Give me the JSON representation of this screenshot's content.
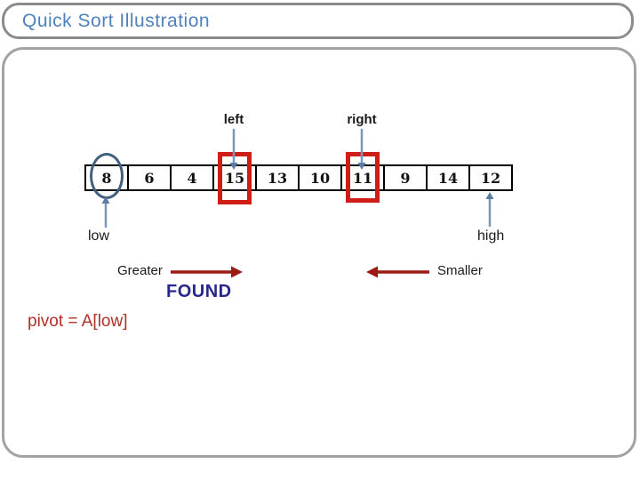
{
  "slide": {
    "title": "Quick Sort Illustration"
  },
  "diagram": {
    "array": {
      "values": [
        "8",
        "6",
        "4",
        "15",
        "13",
        "10",
        "11",
        "9",
        "14",
        "12"
      ],
      "left_index": 3,
      "right_index": 6,
      "low_index": 0,
      "high_index": 9
    },
    "pointers": {
      "left_label": "left",
      "right_label": "right",
      "low_label": "low",
      "high_label": "high"
    },
    "annotations": {
      "greater_label": "Greater",
      "smaller_label": "Smaller",
      "found_label": "FOUND",
      "pivot_label": "pivot = A[low]"
    },
    "colors": {
      "title_blue": "#4f81bd",
      "frame_gray": "#8b8b8b",
      "pointer_line_blue": "#7b97b8",
      "pointer_head_blue": "#5b7da3",
      "circle_blue": "#40617f",
      "highlight_red": "#cf1d17",
      "scan_arrow_dark_red": "#9c1a13",
      "found_navy": "#28288c",
      "pivot_red": "#b03028"
    }
  }
}
